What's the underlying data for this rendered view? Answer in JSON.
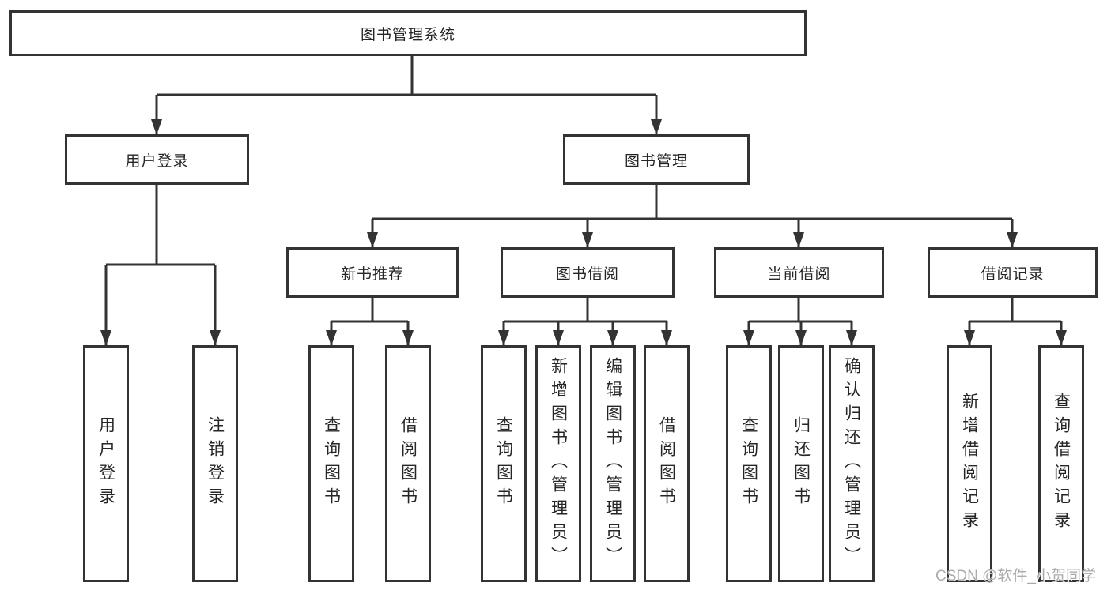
{
  "diagram": {
    "root": {
      "label": "图书管理系统"
    },
    "level2": [
      {
        "label": "用户登录"
      },
      {
        "label": "图书管理"
      }
    ],
    "level3": [
      {
        "label": "新书推荐"
      },
      {
        "label": "图书借阅"
      },
      {
        "label": "当前借阅"
      },
      {
        "label": "借阅记录"
      }
    ],
    "leaves": {
      "user_login": [
        "用户登录",
        "注销登录"
      ],
      "new_book": [
        "查询图书",
        "借阅图书"
      ],
      "book_borrow": [
        "查询图书",
        "新增图书（管理员）",
        "编辑图书（管理员）",
        "借阅图书"
      ],
      "current_borrow": [
        "查询图书",
        "归还图书",
        "确认归还（管理员）"
      ],
      "borrow_records": [
        "新增借阅记录",
        "查询借阅记录"
      ]
    },
    "watermark": "CSDN @软件_小贺同学",
    "colors": {
      "line": "#333333",
      "text": "#262626",
      "background": "#ffffff",
      "watermark": "#ababab"
    }
  }
}
